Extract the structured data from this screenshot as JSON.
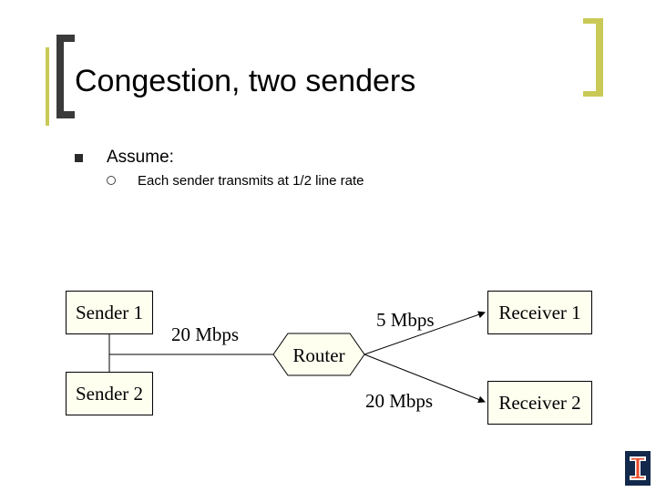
{
  "slide": {
    "title": "Congestion, two senders",
    "bullet": "Assume:",
    "sub_bullet": "Each sender transmits at 1/2 line rate"
  },
  "diagram": {
    "senders": [
      "Sender 1",
      "Sender 2"
    ],
    "router": "Router",
    "receivers": [
      "Receiver 1",
      "Receiver 2"
    ],
    "link_labels": {
      "senders_to_router": "20 Mbps",
      "router_to_receiver1": "5 Mbps",
      "router_to_receiver2": "20 Mbps"
    }
  },
  "colors": {
    "box_fill": "#fffff0",
    "accent": "#c9c957",
    "bracket_dark": "#3a3a3a",
    "logo_navy": "#13294b",
    "logo_orange": "#e84a27"
  },
  "icons": {
    "bullet": "square-bullet-icon",
    "sub_bullet": "hollow-circle-bullet-icon",
    "logo": "block-i-logo-icon"
  }
}
